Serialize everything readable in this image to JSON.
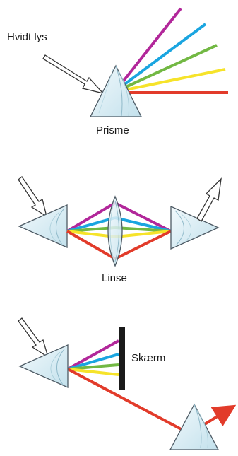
{
  "labels": {
    "white_light": "Hvidt lys",
    "prism": "Prisme",
    "lens": "Linse",
    "screen": "Skærm"
  },
  "colors": {
    "violet": "#b2279a",
    "blue": "#1aa5e0",
    "green": "#72b843",
    "yellow": "#f6e32a",
    "red": "#e23b2a",
    "glass_fill": "#dbeef5",
    "glass_edge": "#4d5a64",
    "screen": "#1a1a1a"
  },
  "spectrum_order": [
    "violet",
    "blue",
    "green",
    "yellow",
    "red"
  ]
}
